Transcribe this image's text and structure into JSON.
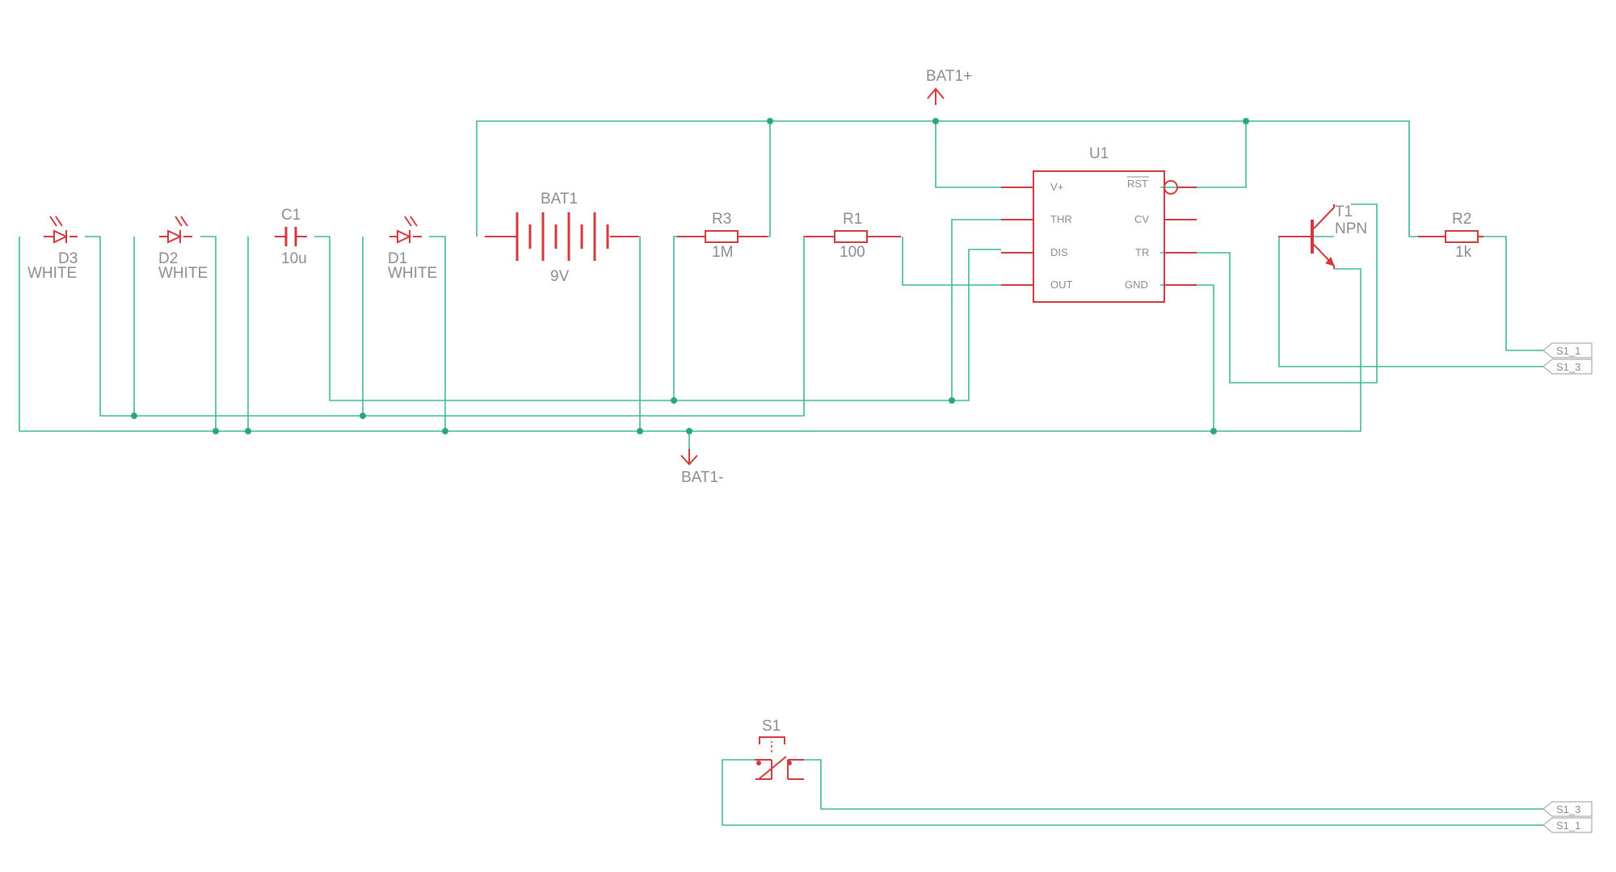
{
  "components": {
    "d3": {
      "ref": "D3",
      "value": "WHITE"
    },
    "d2": {
      "ref": "D2",
      "value": "WHITE"
    },
    "c1": {
      "ref": "C1",
      "value": "10u"
    },
    "d1": {
      "ref": "D1",
      "value": "WHITE"
    },
    "bat1": {
      "ref": "BAT1",
      "value": "9V"
    },
    "r3": {
      "ref": "R3",
      "value": "1M"
    },
    "r1": {
      "ref": "R1",
      "value": "100"
    },
    "u1": {
      "ref": "U1",
      "pins": {
        "vplus": "V+",
        "rst": "RST",
        "thr": "THR",
        "cv": "CV",
        "dis": "DIS",
        "tr": "TR",
        "out": "OUT",
        "gnd": "GND"
      }
    },
    "t1": {
      "ref": "T1",
      "value": "NPN"
    },
    "r2": {
      "ref": "R2",
      "value": "1k"
    },
    "s1": {
      "ref": "S1"
    }
  },
  "supplies": {
    "positive": "BAT1+",
    "negative": "BAT1-"
  },
  "net_labels": {
    "top_s1_1": "S1_1",
    "top_s1_3": "S1_3",
    "bottom_s1_3": "S1_3",
    "bottom_s1_1": "S1_1"
  }
}
